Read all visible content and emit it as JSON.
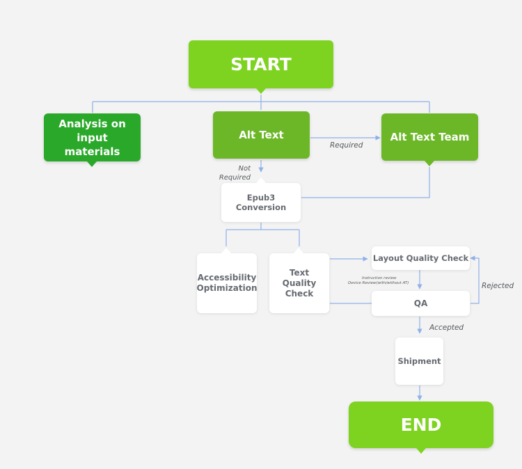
{
  "colors": {
    "bright_green": "#7ed321",
    "mid_green": "#6cb728",
    "dark_green": "#2aa82a",
    "connector": "#8fb0e8",
    "white_text": "#666a70"
  },
  "nodes": {
    "start": "START",
    "analysis": "Analysis on input materials",
    "alt_text": "Alt Text",
    "alt_text_team": "Alt Text Team",
    "epub3": "Epub3 Conversion",
    "accessibility": "Accessibility Optimization",
    "text_quality": "Text Quality Check",
    "layout_quality": "Layout Quality Check",
    "qa": "QA",
    "shipment": "Shipment",
    "end": "END"
  },
  "edge_labels": {
    "required": "Required",
    "not_required": "Not Required",
    "rejected": "Rejected",
    "accepted": "Accepted",
    "instruction_review": "Instruction review",
    "device_review": "Device Review(with/without AT)"
  }
}
